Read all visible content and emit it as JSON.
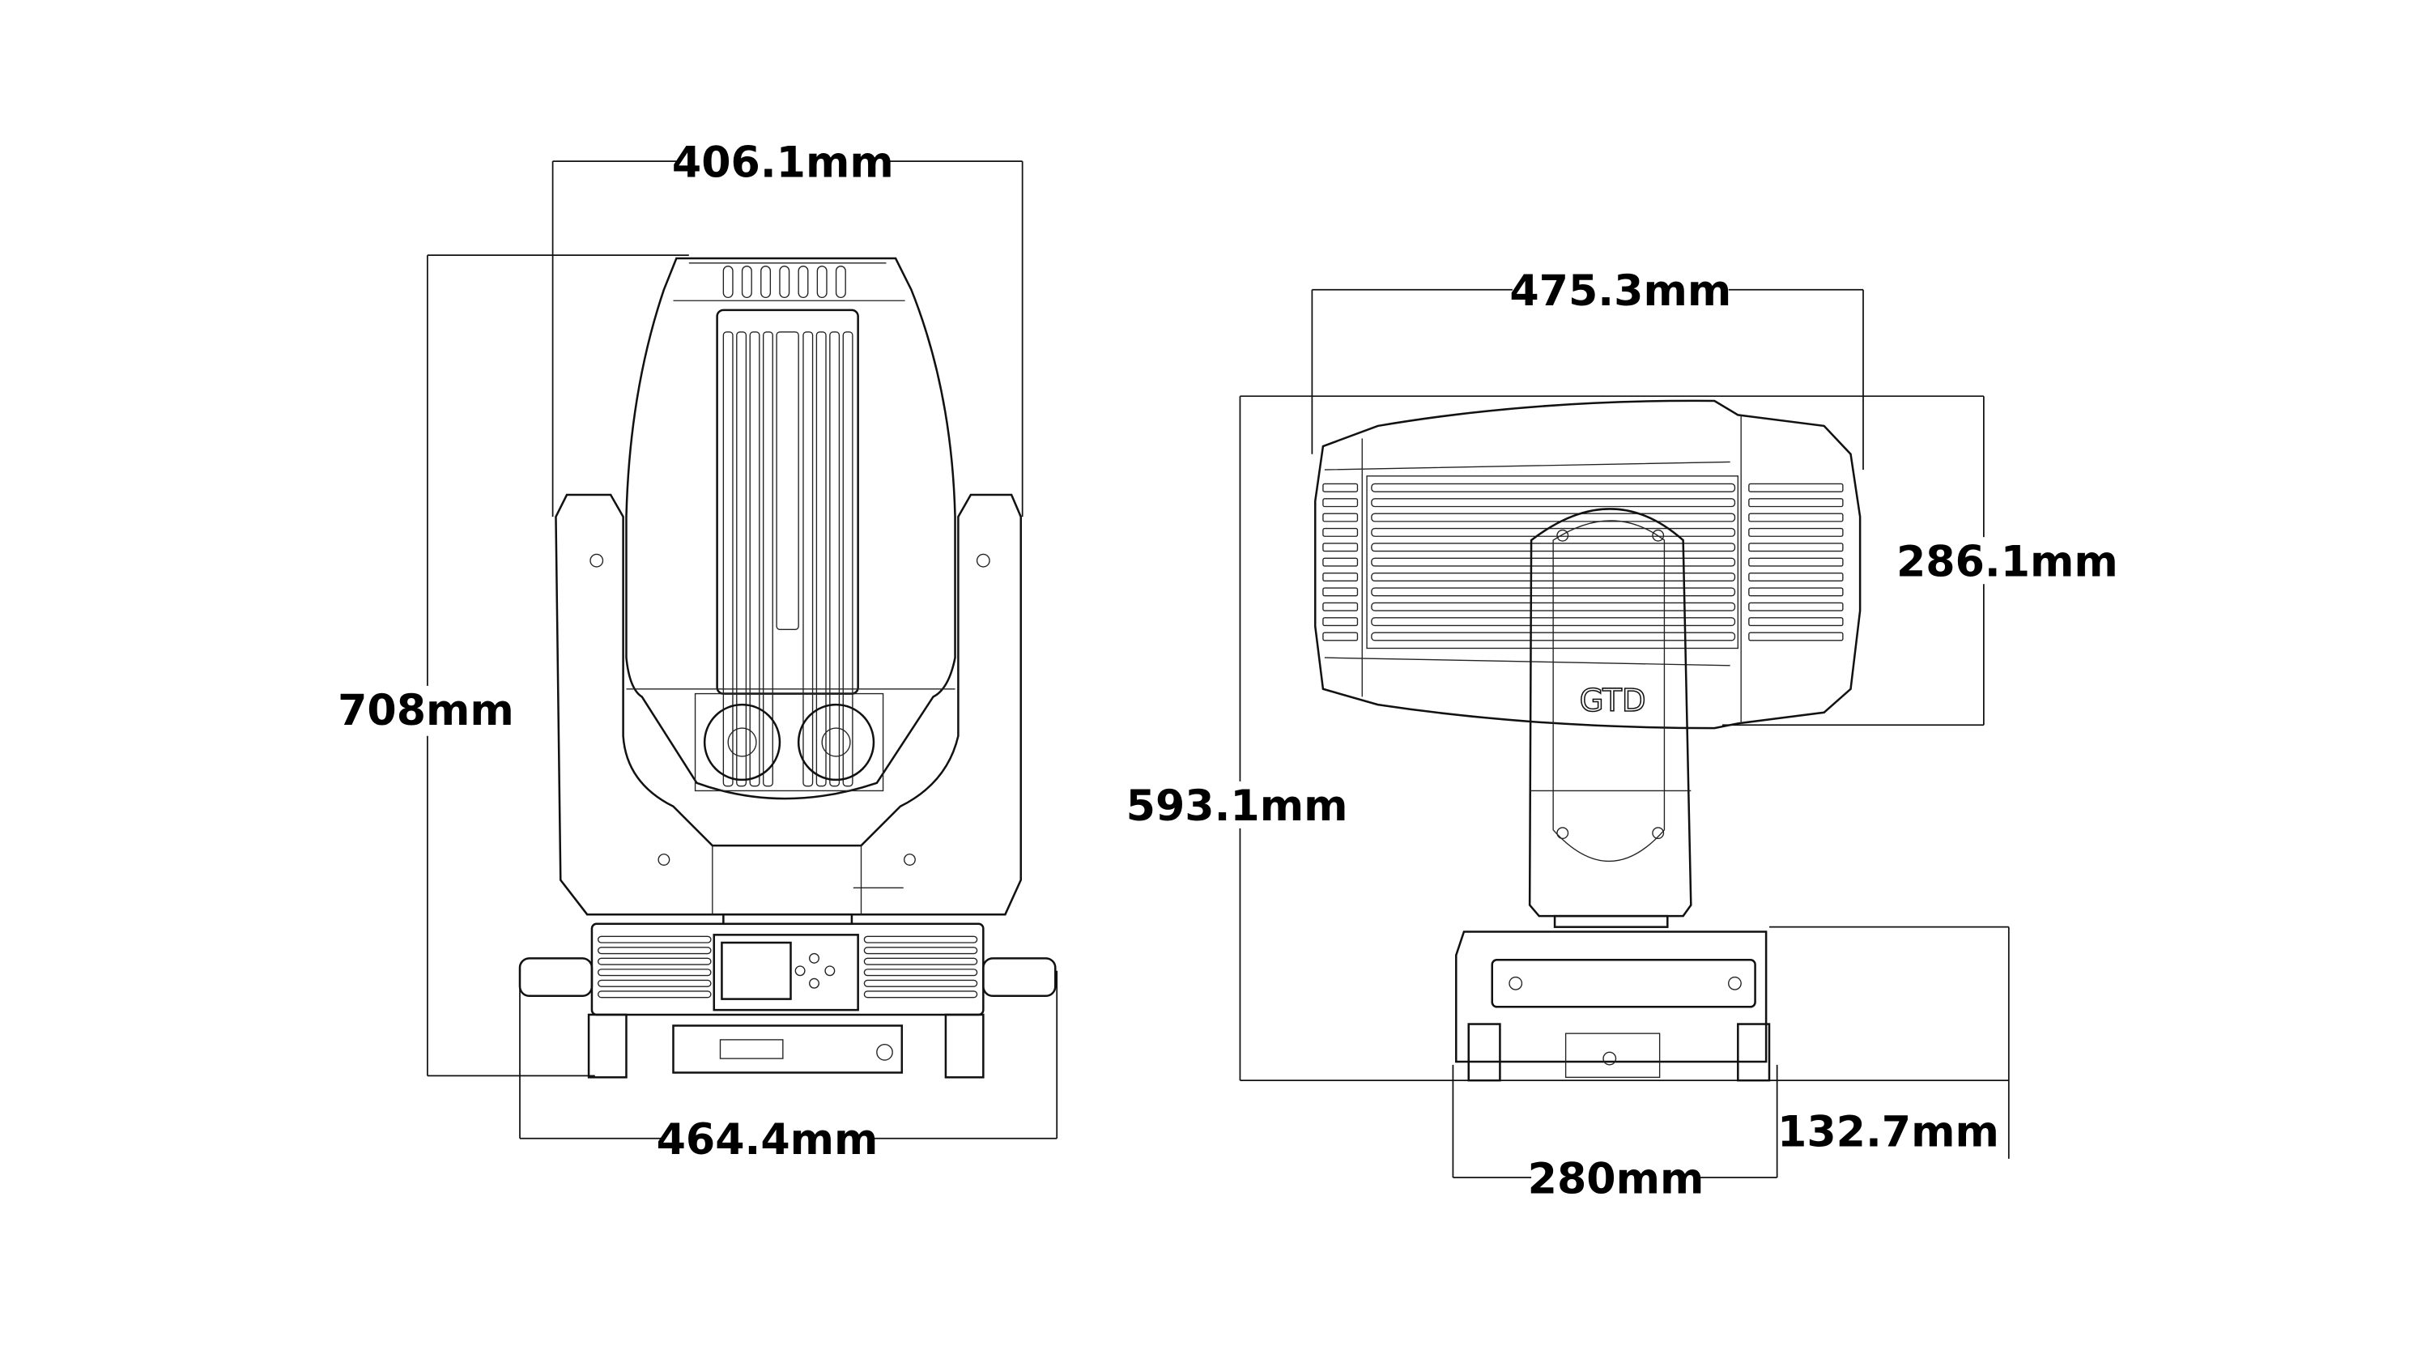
{
  "diagram": {
    "front_view": {
      "width_top": "406.1mm",
      "height": "708mm",
      "width_base": "464.4mm"
    },
    "side_view": {
      "head_length": "475.3mm",
      "head_height": "286.1mm",
      "total_height": "593.1mm",
      "base_width": "280mm",
      "base_height": "132.7mm",
      "logo_text": "GTD"
    }
  }
}
